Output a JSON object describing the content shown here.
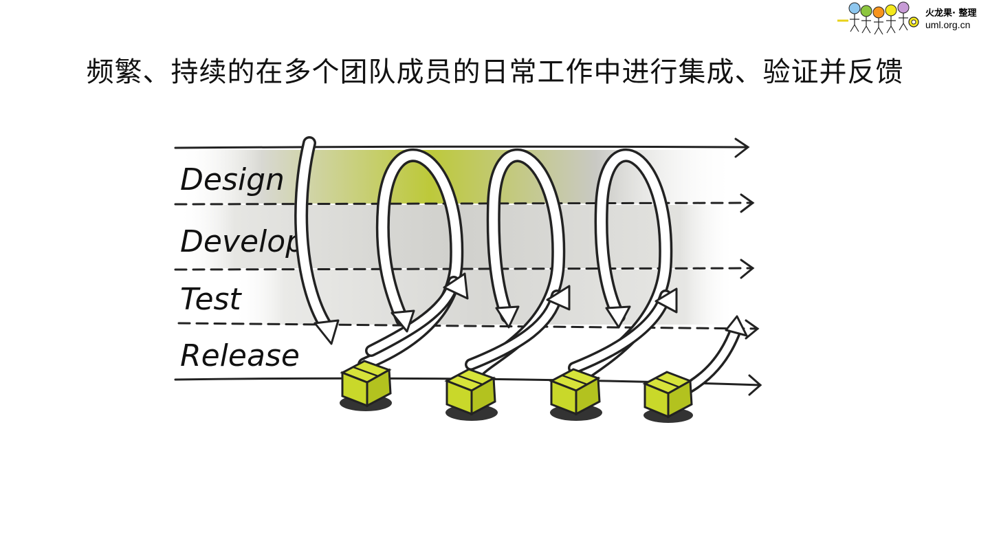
{
  "header": {
    "brand": "火龙果· 整理",
    "url": "uml.org.cn",
    "logo_colors": [
      "#8ec7ef",
      "#8dc63f",
      "#f7941d",
      "#f4e81c",
      "#c79bd6"
    ]
  },
  "title": "频繁、持续的在多个团队成员的日常工作中进行集成、验证并反馈",
  "diagram": {
    "lanes": [
      "Design",
      "Develop",
      "Test",
      "Release"
    ],
    "colors": {
      "box": "#c9d82a",
      "band_highlight": "#bdc93a",
      "band_gray": "#c8c8c4",
      "ink": "#222222"
    }
  }
}
